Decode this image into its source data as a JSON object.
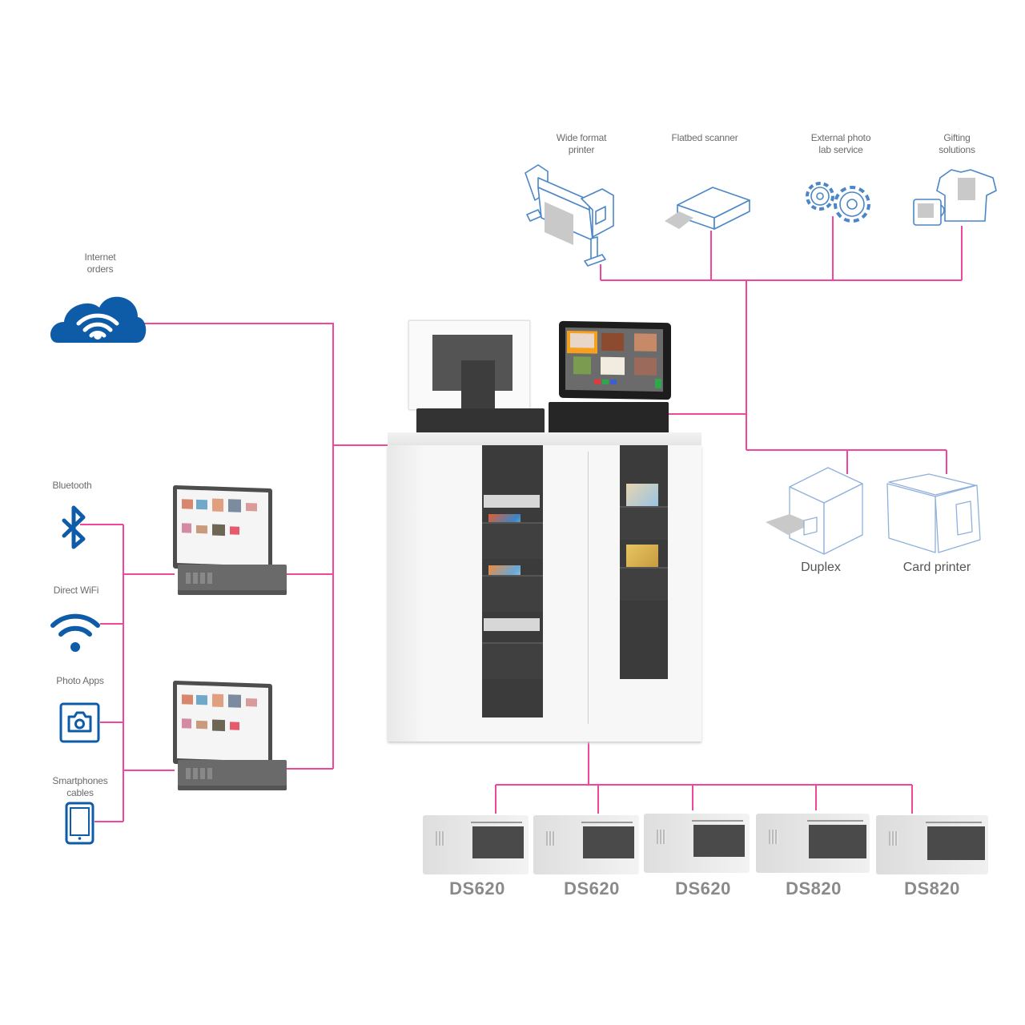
{
  "title": "Photo kiosk system connectivity diagram",
  "colors": {
    "connector": "#f0479a",
    "icon_blue": "#0e5ba8",
    "outline_blue": "#4a86c8",
    "label_gray": "#6b6b6b"
  },
  "inputs": {
    "internet": {
      "label": "Internet\norders",
      "icon": "cloud-wifi-icon"
    },
    "bluetooth": {
      "label": "Bluetooth",
      "icon": "bluetooth-icon"
    },
    "direct_wifi": {
      "label": "Direct WiFi",
      "icon": "wifi-icon"
    },
    "photo_apps": {
      "label": "Photo Apps",
      "icon": "camera-icon"
    },
    "smartphones": {
      "label": "Smartphones\ncables",
      "icon": "smartphone-icon"
    }
  },
  "peripherals": [
    {
      "label": "Wide format\nprinter",
      "icon": "wide-format-printer-icon"
    },
    {
      "label": "Flatbed scanner",
      "icon": "flatbed-scanner-icon"
    },
    {
      "label": "External photo\nlab service",
      "icon": "gears-icon"
    },
    {
      "label": "Gifting\nsolutions",
      "icon": "tshirt-mug-icon"
    }
  ],
  "secondary_printers": [
    {
      "label": "Duplex",
      "icon": "duplex-printer-icon"
    },
    {
      "label": "Card printer",
      "icon": "card-printer-icon"
    }
  ],
  "kiosks": [
    {
      "name": "order-station-1"
    },
    {
      "name": "order-station-2"
    }
  ],
  "central_unit": {
    "name": "print-cabinet-with-workstations"
  },
  "printers": [
    {
      "model": "DS620"
    },
    {
      "model": "DS620"
    },
    {
      "model": "DS620"
    },
    {
      "model": "DS820"
    },
    {
      "model": "DS820"
    }
  ]
}
